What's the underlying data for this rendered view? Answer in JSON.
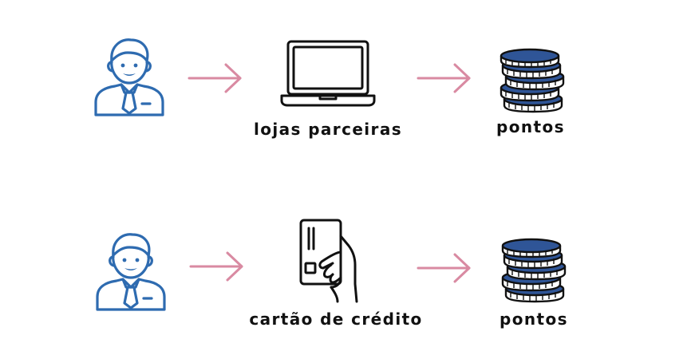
{
  "flows": [
    {
      "middle_label": "lojas parceiras",
      "end_label": "pontos",
      "middle_icon": "laptop-icon",
      "end_icon": "coins-stack-icon",
      "start_icon": "person-icon"
    },
    {
      "middle_label": "cartão de crédito",
      "end_label": "pontos",
      "middle_icon": "hand-credit-card-icon",
      "end_icon": "coins-stack-icon",
      "start_icon": "person-icon"
    }
  ],
  "colors": {
    "person": "#2e6bb0",
    "arrow": "#d98aa2",
    "coin": "#2f5597",
    "stroke": "#111111"
  }
}
